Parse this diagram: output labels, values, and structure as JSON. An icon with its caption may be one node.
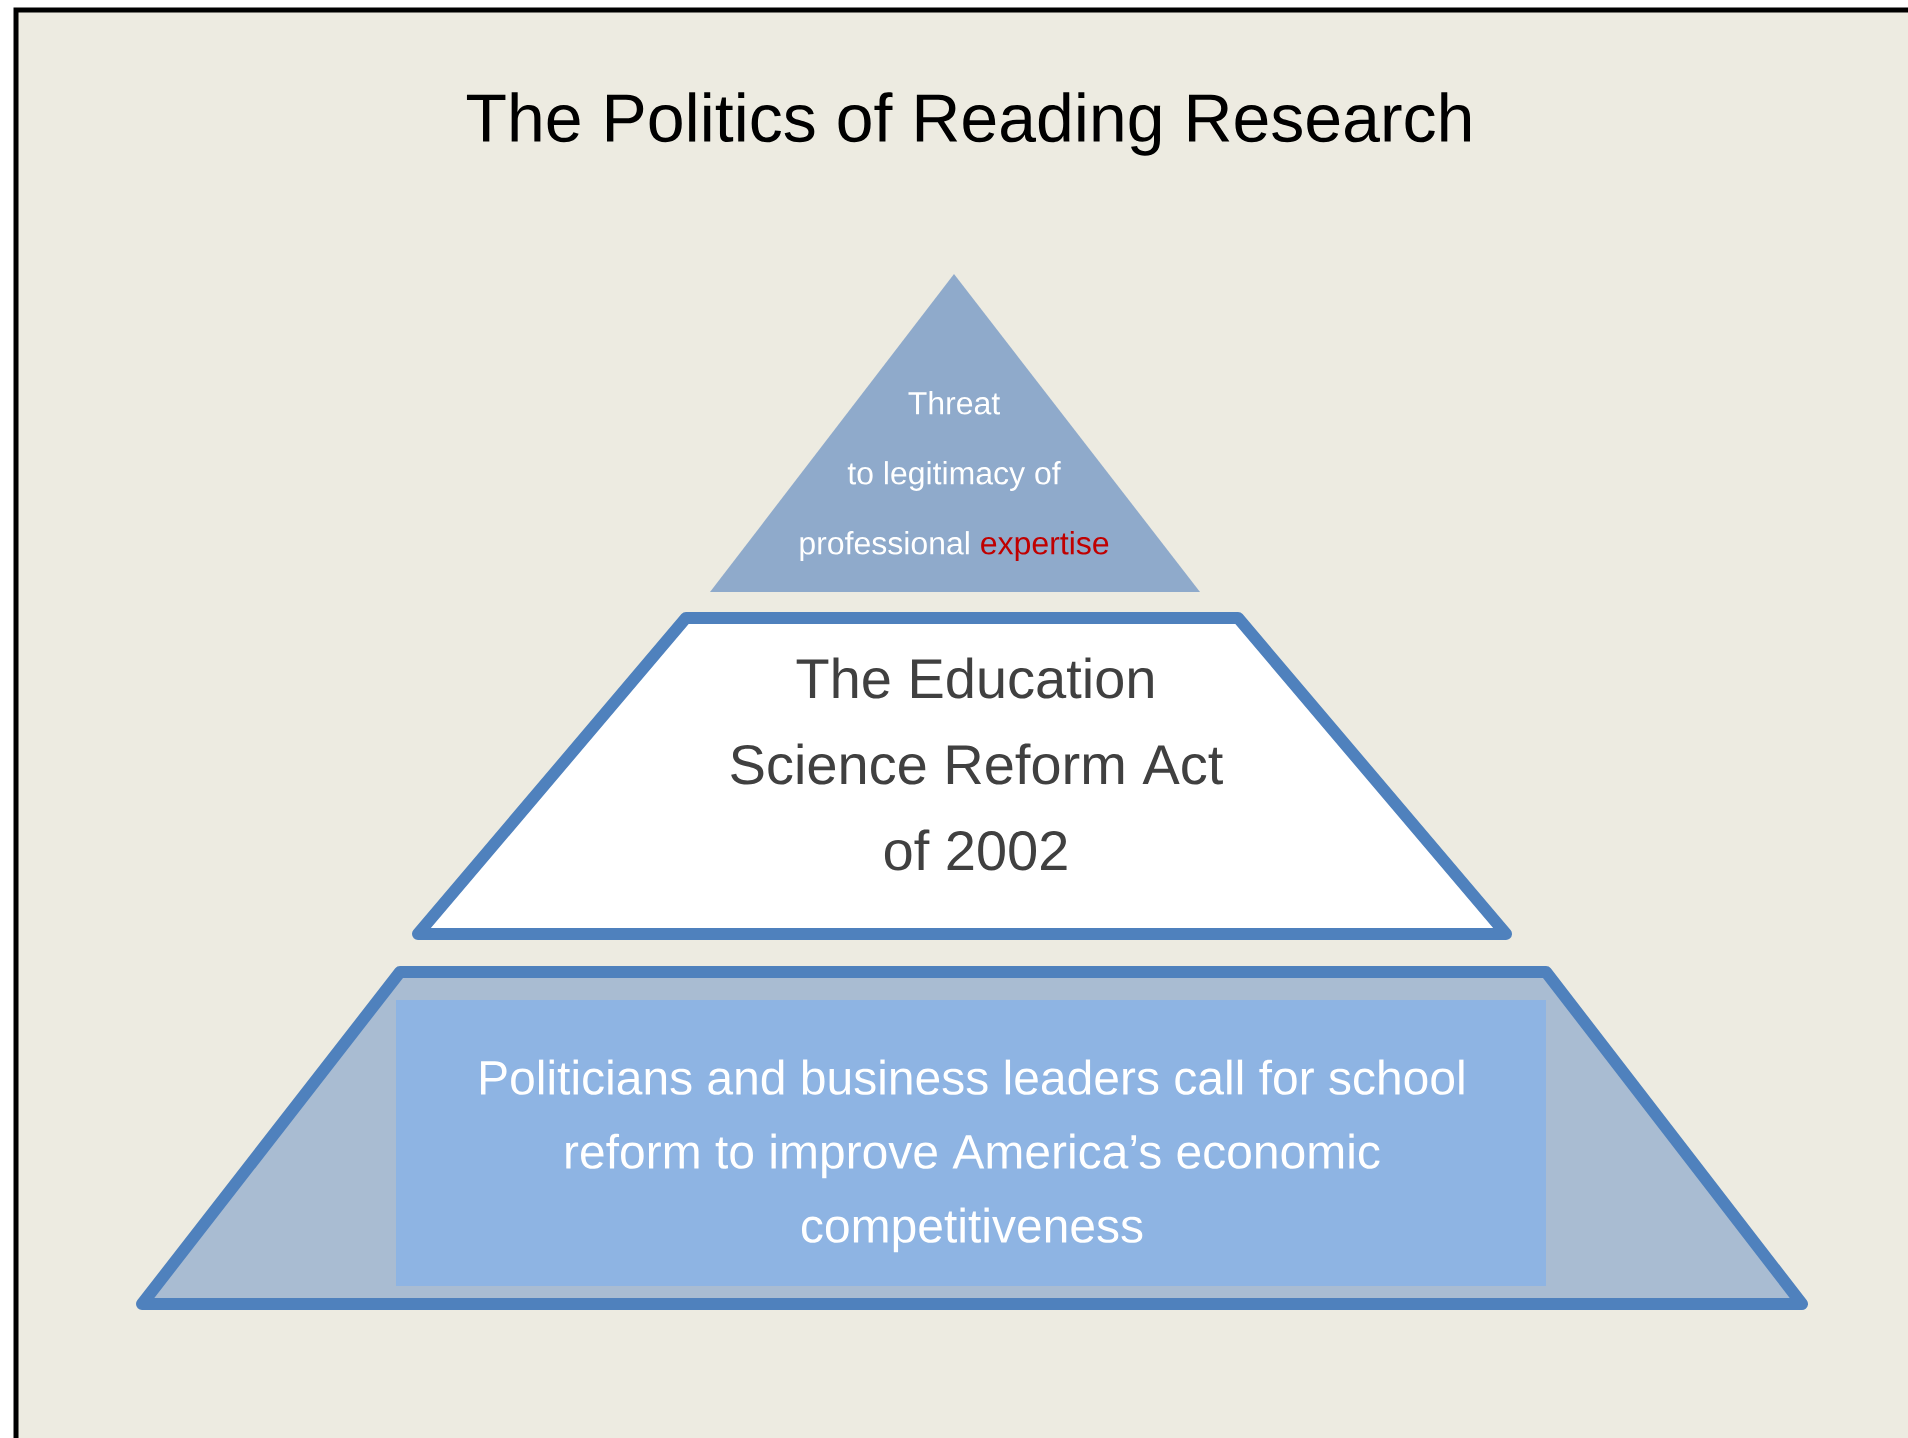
{
  "diagram": {
    "title": "The Politics of Reading Research",
    "nodes": [
      {
        "text": [
          "Threat to legitimacy of professional",
          "expertise"
        ]
      },
      {
        "text": [
          "The Education Science Reform Act of 2002"
        ]
      },
      {
        "text": [
          "Politicians and business leaders call for school reform to improve America’s economic competitiveness"
        ]
      }
    ]
  }
}
